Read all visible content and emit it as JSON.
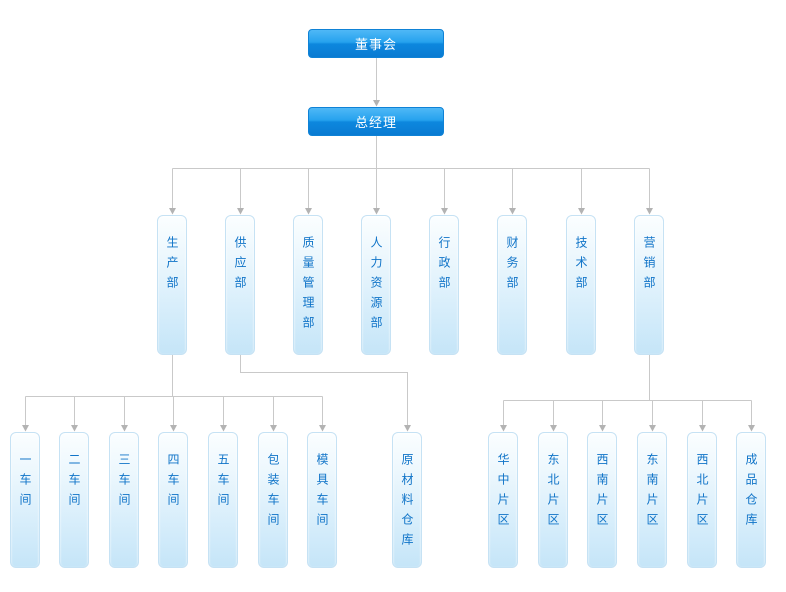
{
  "org_chart": {
    "board": {
      "label": "董事会"
    },
    "general_manager": {
      "label": "总经理"
    },
    "departments": [
      {
        "label": "生产部"
      },
      {
        "label": "供应部"
      },
      {
        "label": "质量管理部"
      },
      {
        "label": "人力资源部"
      },
      {
        "label": "行政部"
      },
      {
        "label": "财务部"
      },
      {
        "label": "技术部"
      },
      {
        "label": "营销部"
      }
    ],
    "workshops": [
      {
        "label": "一车间"
      },
      {
        "label": "二车间"
      },
      {
        "label": "三车间"
      },
      {
        "label": "四车间"
      },
      {
        "label": "五车间"
      },
      {
        "label": "包装车间"
      },
      {
        "label": "模具车间"
      }
    ],
    "supply_storage": [
      {
        "label": "原材料仓库"
      }
    ],
    "sales_regions": [
      {
        "label": "华中片区"
      },
      {
        "label": "东北片区"
      },
      {
        "label": "西南片区"
      },
      {
        "label": "东南片区"
      },
      {
        "label": "西北片区"
      },
      {
        "label": "成品仓库"
      }
    ],
    "colors": {
      "primary_node_blue": "#0d87de",
      "secondary_node_fill": "#d8eefb",
      "secondary_node_text": "#1074c8",
      "connector_line": "#c9c9c9",
      "arrowhead": "#b3b3b3"
    }
  }
}
